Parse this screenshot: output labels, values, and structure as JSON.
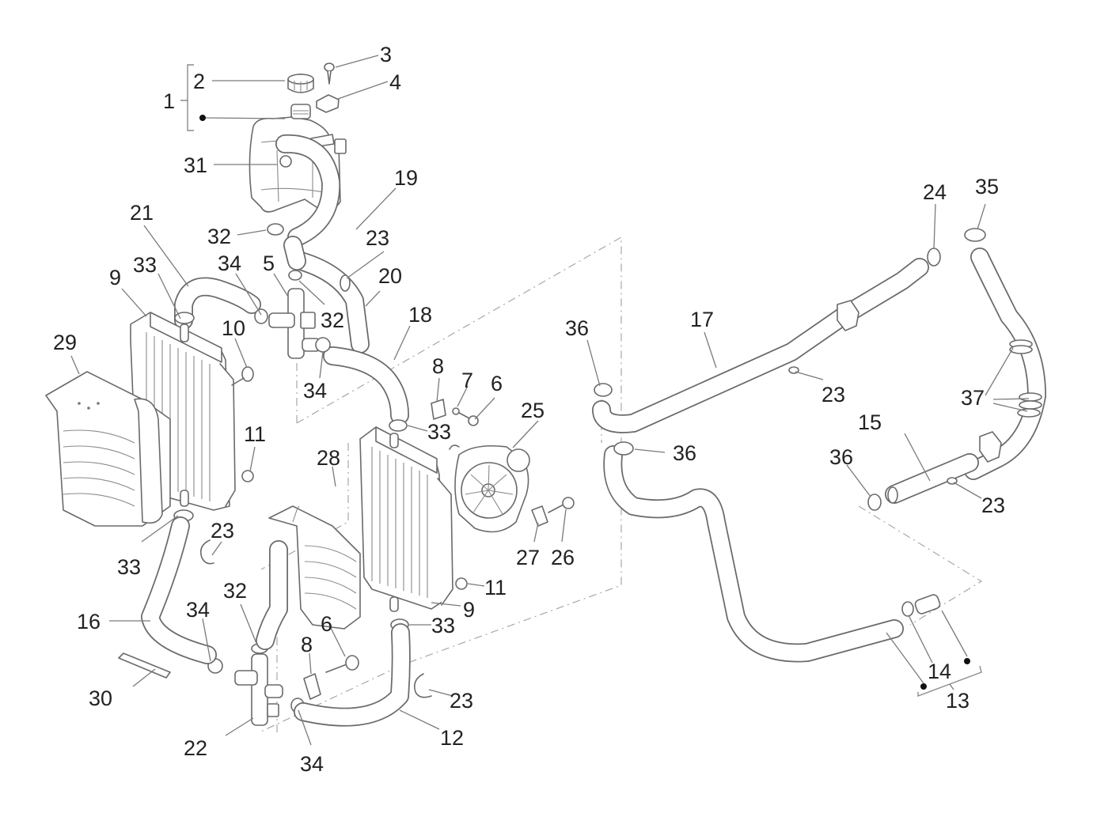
{
  "diagram": {
    "type": "exploded-parts-diagram",
    "subject": "cooling system (expansion tank, radiators, fan, hoses)",
    "callouts": [
      {
        "id": "c1",
        "label": "1"
      },
      {
        "id": "c2",
        "label": "2"
      },
      {
        "id": "c3",
        "label": "3"
      },
      {
        "id": "c4",
        "label": "4"
      },
      {
        "id": "c31",
        "label": "31"
      },
      {
        "id": "c19",
        "label": "19"
      },
      {
        "id": "c21",
        "label": "21"
      },
      {
        "id": "c32a",
        "label": "32"
      },
      {
        "id": "c23a",
        "label": "23"
      },
      {
        "id": "c33a",
        "label": "33"
      },
      {
        "id": "c34a",
        "label": "34"
      },
      {
        "id": "c5",
        "label": "5"
      },
      {
        "id": "c20",
        "label": "20"
      },
      {
        "id": "c9a",
        "label": "9"
      },
      {
        "id": "c32b",
        "label": "32"
      },
      {
        "id": "c18",
        "label": "18"
      },
      {
        "id": "c29",
        "label": "29"
      },
      {
        "id": "c10",
        "label": "10"
      },
      {
        "id": "c34b",
        "label": "34"
      },
      {
        "id": "c8a",
        "label": "8"
      },
      {
        "id": "c7",
        "label": "7"
      },
      {
        "id": "c6a",
        "label": "6"
      },
      {
        "id": "c25",
        "label": "25"
      },
      {
        "id": "c11a",
        "label": "11"
      },
      {
        "id": "c33b",
        "label": "33"
      },
      {
        "id": "c28",
        "label": "28"
      },
      {
        "id": "c33c",
        "label": "33"
      },
      {
        "id": "c23b",
        "label": "23"
      },
      {
        "id": "c27",
        "label": "27"
      },
      {
        "id": "c26",
        "label": "26"
      },
      {
        "id": "c11b",
        "label": "11"
      },
      {
        "id": "c9b",
        "label": "9"
      },
      {
        "id": "c16",
        "label": "16"
      },
      {
        "id": "c34c",
        "label": "34"
      },
      {
        "id": "c32c",
        "label": "32"
      },
      {
        "id": "c33d",
        "label": "33"
      },
      {
        "id": "c6b",
        "label": "6"
      },
      {
        "id": "c8b",
        "label": "8"
      },
      {
        "id": "c30",
        "label": "30"
      },
      {
        "id": "c23c",
        "label": "23"
      },
      {
        "id": "c22",
        "label": "22"
      },
      {
        "id": "c12",
        "label": "12"
      },
      {
        "id": "c34d",
        "label": "34"
      },
      {
        "id": "c24",
        "label": "24"
      },
      {
        "id": "c35",
        "label": "35"
      },
      {
        "id": "c17",
        "label": "17"
      },
      {
        "id": "c36a",
        "label": "36"
      },
      {
        "id": "c23d",
        "label": "23"
      },
      {
        "id": "c37",
        "label": "37"
      },
      {
        "id": "c36b",
        "label": "36"
      },
      {
        "id": "c15",
        "label": "15"
      },
      {
        "id": "c36c",
        "label": "36"
      },
      {
        "id": "c23e",
        "label": "23"
      },
      {
        "id": "c14",
        "label": "14"
      },
      {
        "id": "c13",
        "label": "13"
      }
    ],
    "groups": [
      {
        "label": "1",
        "members": [
          "2",
          "tank"
        ]
      },
      {
        "label": "13",
        "members": [
          "14",
          "hose-end",
          "fitting"
        ]
      }
    ]
  }
}
